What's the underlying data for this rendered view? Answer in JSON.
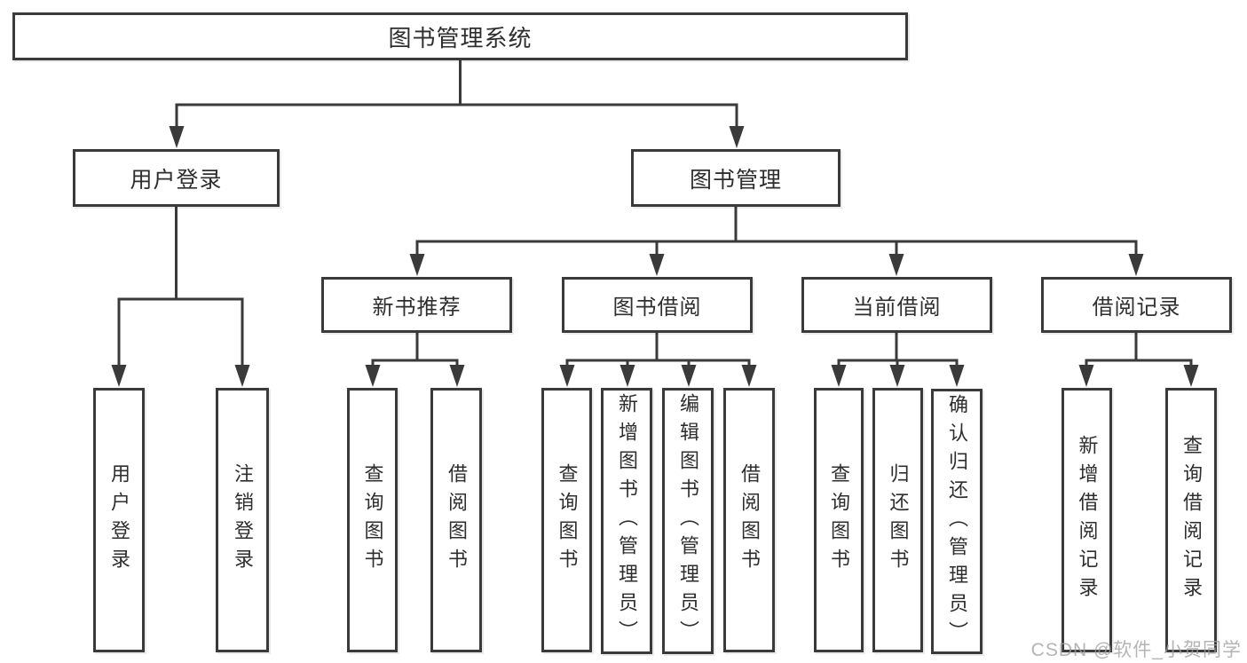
{
  "watermark": "CSDN @软件_小贺同学",
  "colors": {
    "line": "#3a3a3a",
    "text": "#2e2e2e",
    "box_background": "#ffffff",
    "watermark": "#9f9f9f"
  },
  "root": {
    "label": "图书管理系统"
  },
  "branches": {
    "user_login": {
      "label": "用户登录",
      "children": [
        {
          "label": "用户登录"
        },
        {
          "label": "注销登录"
        }
      ]
    },
    "book_mgmt": {
      "label": "图书管理",
      "children": [
        {
          "label": "新书推荐",
          "children": [
            {
              "label": "查询图书"
            },
            {
              "label": "借阅图书"
            }
          ]
        },
        {
          "label": "图书借阅",
          "children": [
            {
              "label": "查询图书"
            },
            {
              "label": "新增图书（管理员）"
            },
            {
              "label": "编辑图书（管理员）"
            },
            {
              "label": "借阅图书"
            }
          ]
        },
        {
          "label": "当前借阅",
          "children": [
            {
              "label": "查询图书"
            },
            {
              "label": "归还图书"
            },
            {
              "label": "确认归还（管理员）"
            }
          ]
        },
        {
          "label": "借阅记录",
          "children": [
            {
              "label": "新增借阅记录"
            },
            {
              "label": "查询借阅记录"
            }
          ]
        }
      ]
    }
  }
}
